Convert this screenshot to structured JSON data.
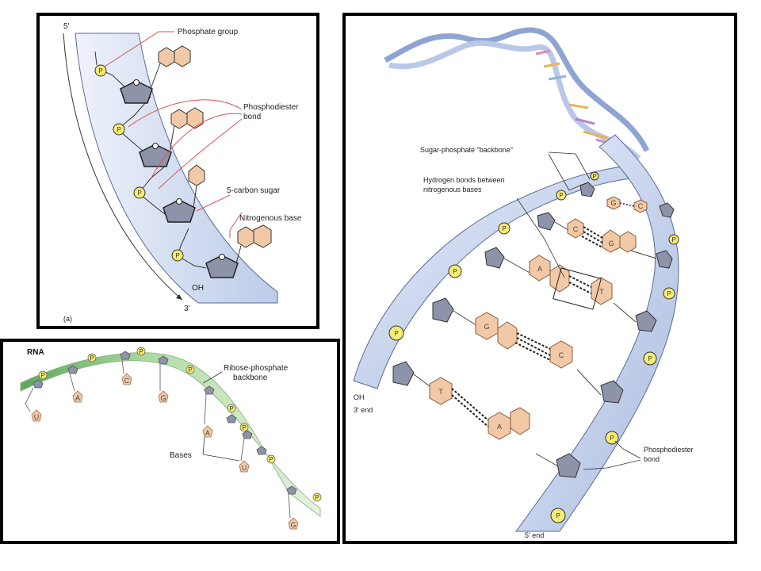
{
  "panel_a": {
    "end_5": "5′",
    "end_3": "3′",
    "oh": "OH",
    "panel_letter": "(a)",
    "labels": {
      "phosphate_group": "Phosphate group",
      "phosphodiester_1": "Phosphodiester",
      "phosphodiester_2": "bond",
      "carbon_sugar": "5-carbon sugar",
      "nitrogenous_base": "Nitrogenous base"
    },
    "phosphate_symbol": "P"
  },
  "panel_rna": {
    "title": "RNA",
    "backbone_label_1": "Ribose-phosphate",
    "backbone_label_2": "backbone",
    "bases_label": "Bases",
    "bases": [
      "U",
      "A",
      "C",
      "G",
      "A",
      "U",
      "G"
    ],
    "phosphate_symbol": "P"
  },
  "panel_dna": {
    "backbone_label": "Sugar-phosphate \"backbone\"",
    "hbond_label_1": "Hydrogen bonds between",
    "hbond_label_2": "nitrogenous bases",
    "phosphodiester_1": "Phosphodiester",
    "phosphodiester_2": "bond",
    "oh": "OH",
    "end_3": "3′  end",
    "end_5": "5′  end",
    "pairs": [
      {
        "left": "C",
        "right": "G"
      },
      {
        "left": "A",
        "right": "T"
      },
      {
        "left": "G",
        "right": "C"
      },
      {
        "left": "T",
        "right": "A"
      }
    ],
    "top_pair": {
      "left": "G",
      "right": "C"
    },
    "phosphate_symbol": "P"
  },
  "colors": {
    "strand_fill": "#c9d5ec",
    "strand_stroke": "#5a6c95",
    "sugar_fill": "#8d93a9",
    "base_fill": "#f2c9a6",
    "base_stroke": "#8a5a3a",
    "phosphate_fill": "#f5ec73",
    "phosphodiester_line": "#d9534f",
    "rna_green": "#9fcf94"
  }
}
